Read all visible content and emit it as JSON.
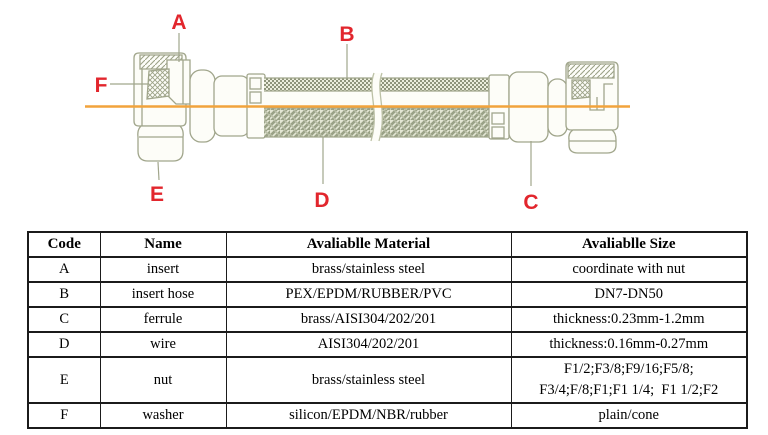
{
  "diagram": {
    "labels": {
      "a": "A",
      "b": "B",
      "c": "C",
      "d": "D",
      "e": "E",
      "f": "F"
    },
    "colors": {
      "label_red": "#e2262d",
      "centerline_orange": "#f2a33c",
      "lineart_olive": "#a1a68c",
      "braid_dark": "#8e947b",
      "weave_dark": "#99a186"
    }
  },
  "table": {
    "headers": [
      "Code",
      "Name",
      "Avaliablle Material",
      "Avaliablle Size"
    ],
    "rows": [
      {
        "code": "A",
        "name": "insert",
        "material": "brass/stainless steel",
        "size": "coordinate with nut"
      },
      {
        "code": "B",
        "name": "insert hose",
        "material": "PEX/EPDM/RUBBER/PVC",
        "size": "DN7-DN50"
      },
      {
        "code": "C",
        "name": "ferrule",
        "material": "brass/AISI304/202/201",
        "size": "thickness:0.23mm-1.2mm"
      },
      {
        "code": "D",
        "name": "wire",
        "material": "AISI304/202/201",
        "size": "thickness:0.16mm-0.27mm"
      },
      {
        "code": "E",
        "name": "nut",
        "material": "brass/stainless steel",
        "size": "F1/2;F3/8;F9/16;F5/8;\nF3/4;F/8;F1;F1 1/4;  F1 1/2;F2"
      },
      {
        "code": "F",
        "name": "washer",
        "material": "silicon/EPDM/NBR/rubber",
        "size": "plain/cone"
      }
    ]
  }
}
